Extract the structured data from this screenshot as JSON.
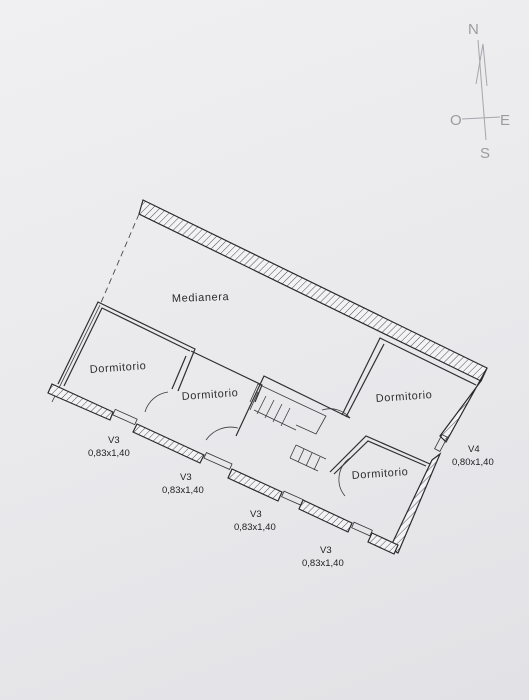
{
  "compass": {
    "north": "N",
    "south": "S",
    "east": "E",
    "west": "O"
  },
  "rooms": {
    "medianera": "Medianera",
    "dormitorio_1": "Dormitorio",
    "dormitorio_2": "Dormitorio",
    "dormitorio_3": "Dormitorio",
    "dormitorio_4": "Dormitorio"
  },
  "windows": [
    {
      "code": "V3",
      "size": "0,83x1,40"
    },
    {
      "code": "V3",
      "size": "0,83x1,40"
    },
    {
      "code": "V3",
      "size": "0,83x1,40"
    },
    {
      "code": "V3",
      "size": "0,83x1,40"
    },
    {
      "code": "V4",
      "size": "0,80x1,40"
    }
  ]
}
